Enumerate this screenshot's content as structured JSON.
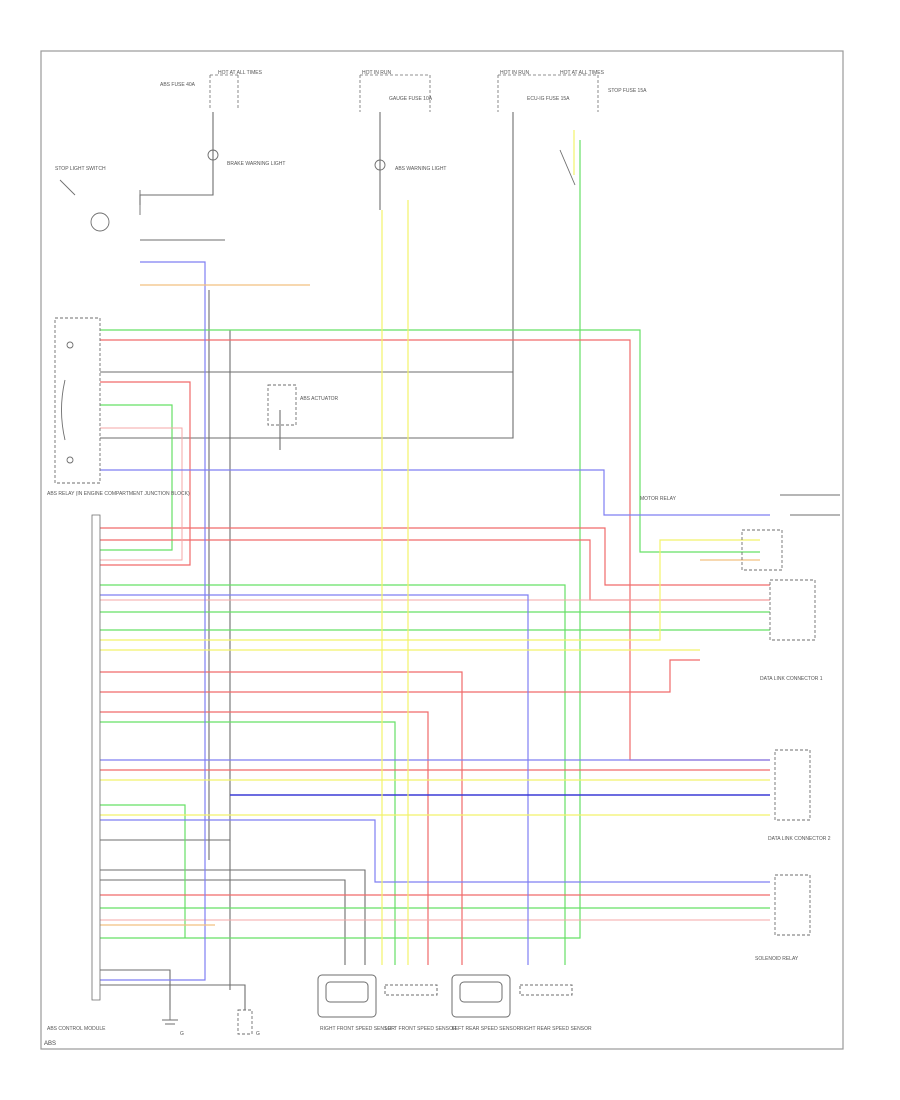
{
  "diagram": {
    "colors": {
      "frame": "#9a9a9a",
      "wire_black": "#6e6e6e",
      "green": "#66e066",
      "red": "#f06a6a",
      "pink": "#f4a7a7",
      "blue": "#7f7ff2",
      "dark_blue": "#3b3bd6",
      "yellow": "#f2f26a",
      "orange": "#f2c080",
      "light_green": "#b8f0b8"
    },
    "top_labels": {
      "hot_at_all_times_left": "HOT AT ALL TIMES",
      "hot_in_run_start": "HOT IN RUN",
      "hot_in_run_right": "HOT IN RUN",
      "hot_at_all_times_right": "HOT AT ALL TIMES"
    },
    "fuse_labels": [
      "ABS FUSE 40A",
      "GAUGE FUSE 10A",
      "ECU-IG FUSE 15A",
      "STOP FUSE 15A"
    ],
    "components": {
      "abs_relay": "ABS RELAY (IN ENGINE COMPARTMENT JUNCTION BLOCK)",
      "abs_warning_light": "ABS WARNING LIGHT",
      "brake_warning_light": "BRAKE WARNING LIGHT",
      "stop_light_switch": "STOP LIGHT SWITCH",
      "abs_actuator": "ABS ACTUATOR",
      "abs_control_module": "ABS CONTROL MODULE",
      "data_link": "DATA LINK CONNECTOR 1",
      "data_link_2": "DATA LINK CONNECTOR 2",
      "solenoid_relay": "SOLENOID RELAY",
      "motor_relay": "MOTOR RELAY",
      "right_front_sensor": "RIGHT FRONT SPEED SENSOR",
      "left_front_sensor": "LEFT FRONT SPEED SENSOR",
      "left_rear_sensor": "LEFT REAR SPEED SENSOR",
      "right_rear_sensor": "RIGHT REAR SPEED SENSOR",
      "ground_left": "G",
      "ground_right": "G"
    },
    "footer": "ABS"
  }
}
